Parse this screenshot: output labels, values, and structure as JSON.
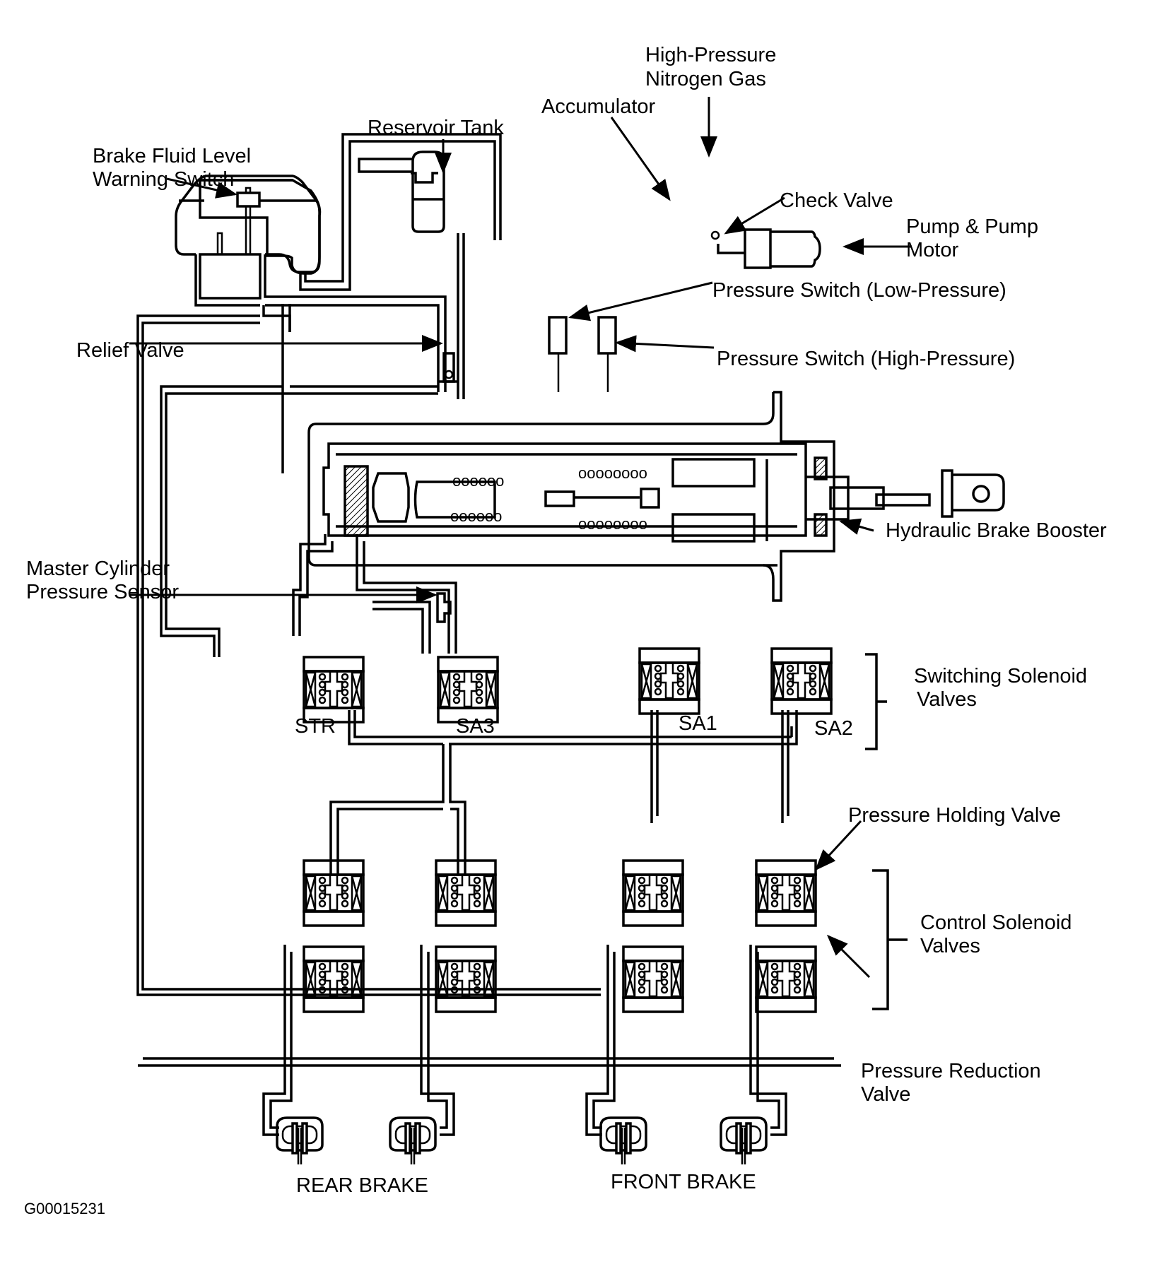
{
  "figure_id": "G00015231",
  "labels": {
    "reservoir_tank": "Reservoir Tank",
    "fluid_level_switch": [
      "Brake Fluid Level",
      "Warning Switch"
    ],
    "accumulator": "Accumulator",
    "nitrogen_gas": [
      "High-Pressure",
      "Nitrogen Gas"
    ],
    "check_valve": "Check Valve",
    "pump_motor": [
      "Pump & Pump",
      "Motor"
    ],
    "pressure_switch_low": "Pressure Switch (Low-Pressure)",
    "pressure_switch_high": "Pressure Switch (High-Pressure)",
    "relief_valve": "Relief Valve",
    "hydraulic_brake_booster": "Hydraulic Brake Booster",
    "master_cylinder_sensor": [
      "Master Cylinder",
      "Pressure Sensor"
    ],
    "switching_solenoid_valves": [
      "Switching Solenoid",
      "Valves"
    ],
    "pressure_holding_valve": "Pressure Holding Valve",
    "control_solenoid_valves": [
      "Control Solenoid",
      "Valves"
    ],
    "pressure_reduction_valve": [
      "Pressure Reduction",
      "Valve"
    ],
    "rear_brake": "REAR BRAKE",
    "front_brake": "FRONT BRAKE"
  },
  "switching_valves": [
    "STR",
    "SA3",
    "SA1",
    "SA2"
  ]
}
